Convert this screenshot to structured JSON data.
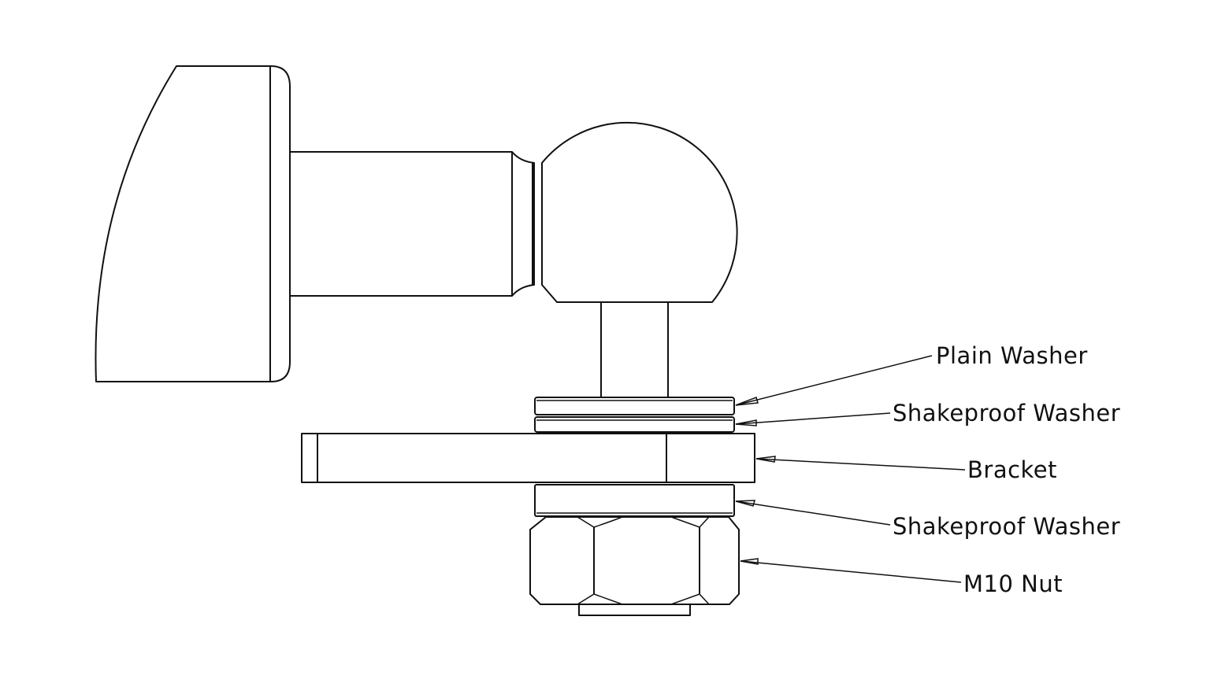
{
  "diagram": {
    "type": "assembly-drawing",
    "subject": "Ball joint stud mounting to bracket",
    "labels": [
      {
        "id": "plain-washer",
        "text": "Plain Washer"
      },
      {
        "id": "shakeproof-washer-upper",
        "text": "Shakeproof Washer"
      },
      {
        "id": "bracket",
        "text": "Bracket"
      },
      {
        "id": "shakeproof-washer-lower",
        "text": "Shakeproof Washer"
      },
      {
        "id": "m10-nut",
        "text": "M10 Nut"
      }
    ],
    "colors": {
      "line": "#111111",
      "background": "#ffffff"
    }
  }
}
